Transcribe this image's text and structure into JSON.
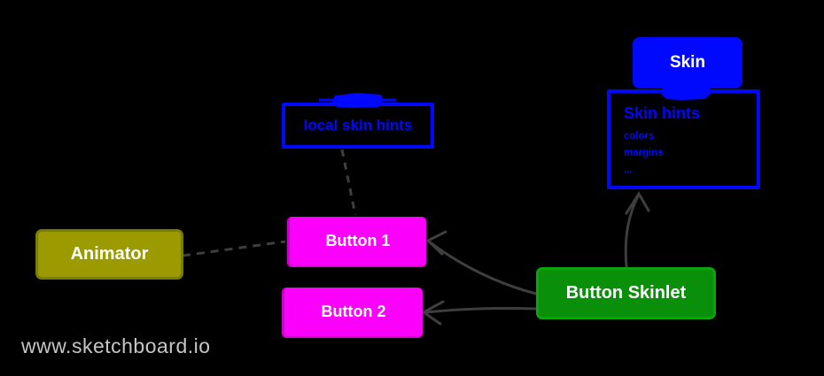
{
  "watermark": {
    "label": "www.sketchboard.io"
  },
  "palette": {
    "background": "#000000",
    "blue": "#0009FB",
    "olive_fill": "#9B9B00",
    "olive_border": "#7C7C00",
    "magenta_fill": "#FB00FB",
    "green_fill": "#0A8F0A",
    "green_border": "#0CA40C",
    "connector_gray": "#3E3E3E",
    "watermark_gray": "#C6C6C6",
    "node_text_white": "#FFFFFF"
  },
  "nodes": {
    "skin": {
      "label": "Skin"
    },
    "skin_hints": {
      "title": "Skin hints",
      "items": [
        "colors",
        "margins",
        "..."
      ]
    },
    "local_skin_hints": {
      "label": "local skin hints"
    },
    "animator": {
      "label": "Animator"
    },
    "button_1": {
      "label": "Button 1"
    },
    "button_2": {
      "label": "Button 2"
    },
    "button_skinlet": {
      "label": "Button Skinlet"
    }
  },
  "connections": [
    {
      "from": "animator",
      "to": "button_1",
      "style": "dashed",
      "arrow": "none"
    },
    {
      "from": "local_skin_hints",
      "to": "button_1",
      "style": "dashed",
      "arrow": "none"
    },
    {
      "from": "button_skinlet",
      "to": "button_1",
      "style": "solid-curved",
      "arrow": "open-v"
    },
    {
      "from": "button_skinlet",
      "to": "button_2",
      "style": "solid",
      "arrow": "open-v"
    },
    {
      "from": "button_skinlet",
      "to": "skin_hints",
      "style": "solid-curved",
      "arrow": "open-v"
    },
    {
      "from": "skin",
      "to": "skin_hints",
      "style": "scribble-tab"
    },
    {
      "on": "local_skin_hints",
      "style": "scribble-tab"
    }
  ]
}
